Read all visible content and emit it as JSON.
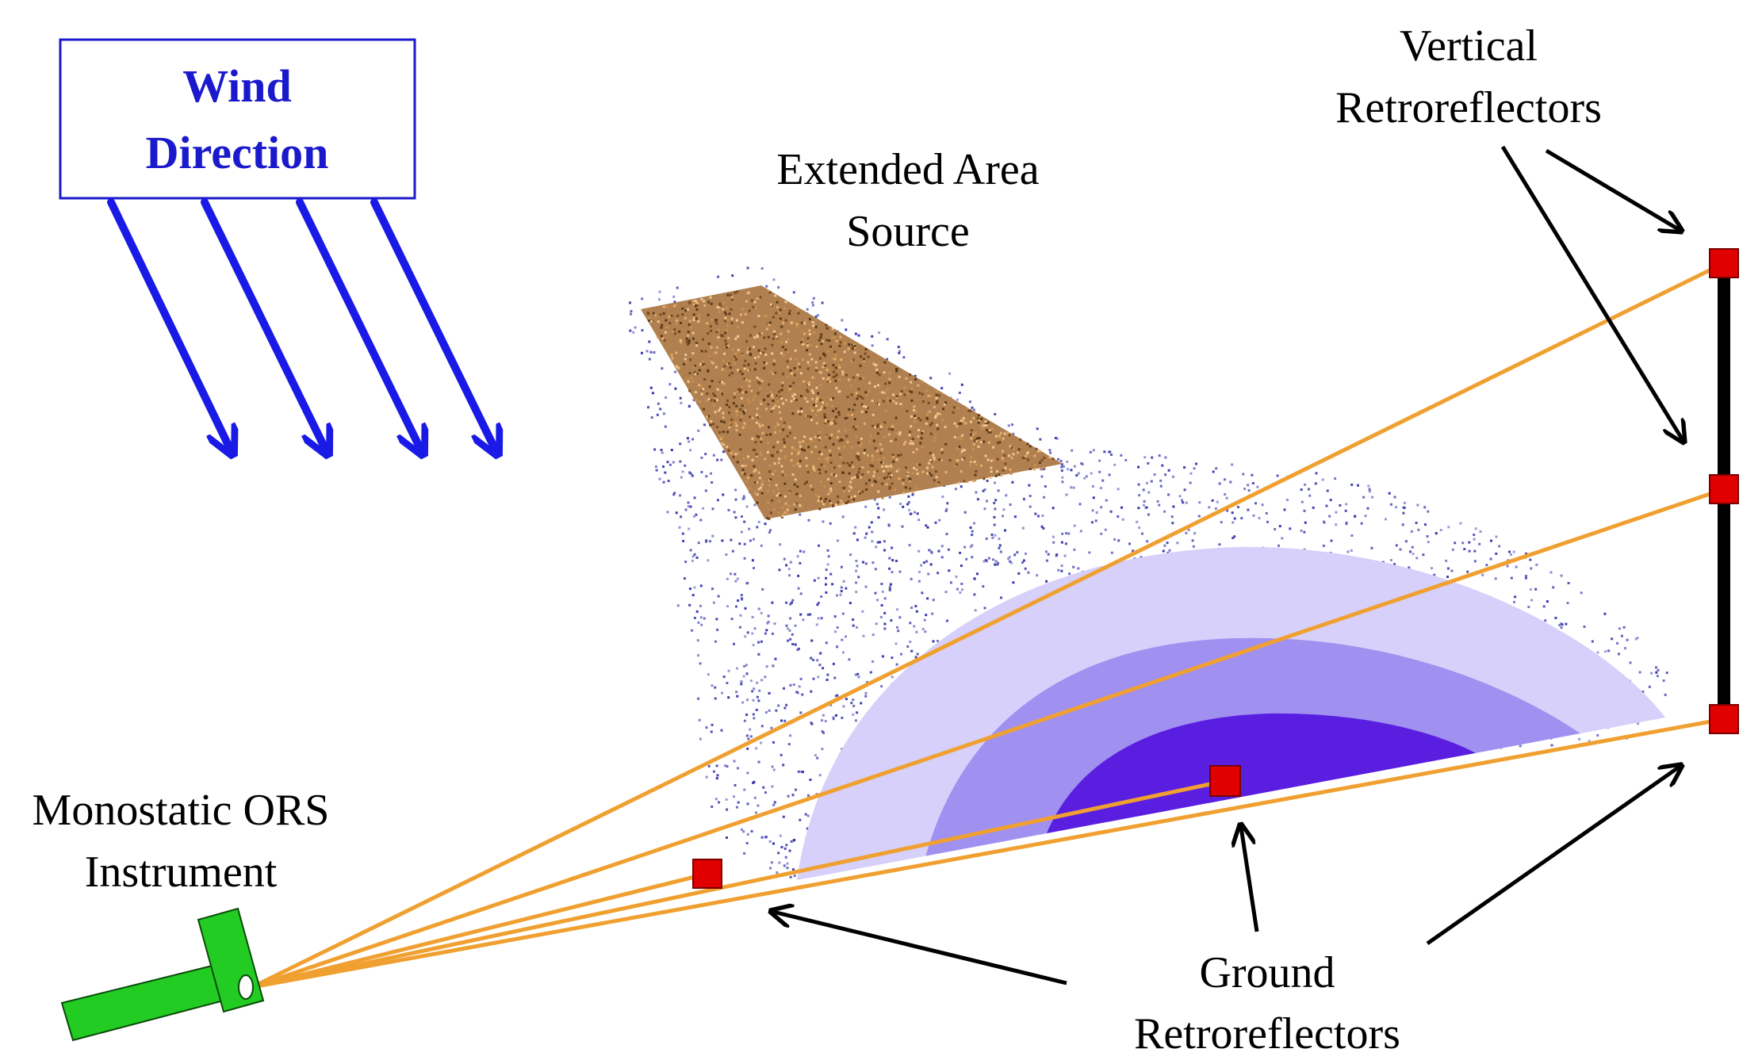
{
  "wind_box": {
    "line1": "Wind",
    "line2": "Direction",
    "text_color": "#1a1acc",
    "arrow_color": "#1a1ae6"
  },
  "labels": {
    "extended_area_source": [
      "Extended Area",
      "Source"
    ],
    "vertical_retroreflectors": [
      "Vertical",
      "Retroreflectors"
    ],
    "monostatic_instrument": [
      "Monostatic ORS",
      "Instrument"
    ],
    "ground_retroreflectors": [
      "Ground",
      "Retroreflectors"
    ]
  },
  "colors": {
    "beam": "#f0a030",
    "reflector": "#e00000",
    "instrument": "#22cc22",
    "source_patch": "#b08050",
    "particles": "#2a2aa8",
    "plume_outer": "#d6d0fa",
    "plume_mid": "#a090f0",
    "plume_inner": "#5a1ee0",
    "mast": "#000000"
  }
}
